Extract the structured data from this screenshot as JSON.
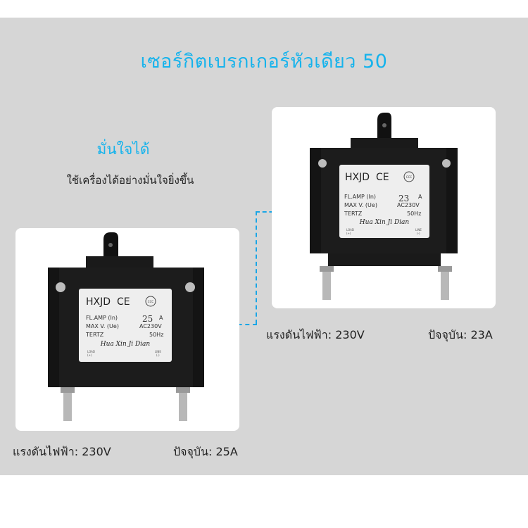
{
  "header": {
    "title": "เซอร์กิตเบรกเกอร์หัวเดียว 50"
  },
  "intro": {
    "heading": "มั่นใจได้",
    "text": "ใช้เครื่องได้อย่างมั่นใจยิ่งขึ้น"
  },
  "products": [
    {
      "brand": "HXJD",
      "ce_mark": "CE",
      "cert_mark": "CCC",
      "label_amp": "FL.AMP (In)",
      "amp_value": "23",
      "amp_unit": "A",
      "label_voltage": "MAX V. (Ue)",
      "voltage_value": "AC230V",
      "label_freq": "TERTZ",
      "freq_value": "50Hz",
      "maker": "Hua Xin Ji Dian",
      "load_label": "LOAD",
      "load_sign": "(+)",
      "line_label": "LINE",
      "line_sign": "(-)",
      "caption_voltage": "แรงดันไฟฟ้า: 230V",
      "caption_current": "ปัจจุบัน: 23A"
    },
    {
      "brand": "HXJD",
      "ce_mark": "CE",
      "cert_mark": "CCC",
      "label_amp": "FL.AMP (In)",
      "amp_value": "25",
      "amp_unit": "A",
      "label_voltage": "MAX V. (Ue)",
      "voltage_value": "AC230V",
      "label_freq": "TERTZ",
      "freq_value": "50Hz",
      "maker": "Hua Xin Ji Dian",
      "load_label": "LOAD",
      "load_sign": "(+)",
      "line_label": "LINE",
      "line_sign": "(-)",
      "caption_voltage": "แรงดันไฟฟ้า: 230V",
      "caption_current": "ปัจจุบัน: 25A"
    }
  ],
  "colors": {
    "accent": "#16b3ec",
    "panel": "#d6d6d6",
    "breaker_body": "#1c1c1c"
  }
}
